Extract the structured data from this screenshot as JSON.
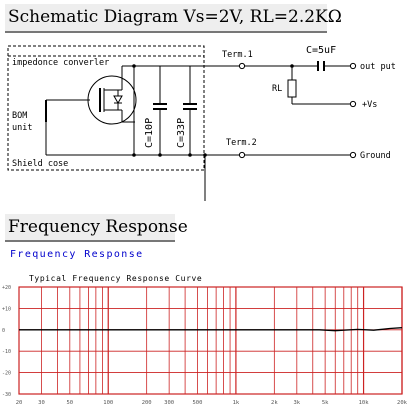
{
  "title": "Schematic Diagram Vs=2V, RL=2.2KΩ",
  "schematic": {
    "box_label": "impedonce converler",
    "shield_label": "Shield cose",
    "bom_label_1": "BOM",
    "bom_label_2": "unit",
    "cap1_label": "C=10P",
    "cap2_label": "C=33P",
    "term1_label": "Term.1",
    "term2_label": "Term.2",
    "coupling_cap_label": "C=5uF",
    "rl_label": "RL",
    "output_label": "out put",
    "vs_label": "+Vs",
    "ground_label": "Ground"
  },
  "section_title": "Frequency Response",
  "freq_label": "Frequency Response",
  "chart_data": {
    "type": "line",
    "title": "Typical Frequency Response Curve",
    "x_tick_labels": [
      "20",
      "30",
      "50",
      "100",
      "200",
      "300",
      "500",
      "1k",
      "2k",
      "3k",
      "5k",
      "10k",
      "20k"
    ],
    "y_tick_labels": [
      "+20",
      "+10",
      "0",
      "-10",
      "-20",
      "-30"
    ],
    "ylim": [
      -30,
      20
    ],
    "x": [
      20,
      50,
      100,
      500,
      1000,
      3000,
      4500,
      6000,
      9000,
      12000,
      16000,
      20000
    ],
    "y": [
      0,
      0,
      0,
      0,
      0,
      0,
      0,
      -0.4,
      0.2,
      -0.2,
      0.6,
      1
    ],
    "colors": {
      "grid": "#cc2222",
      "curve": "#000000"
    }
  }
}
